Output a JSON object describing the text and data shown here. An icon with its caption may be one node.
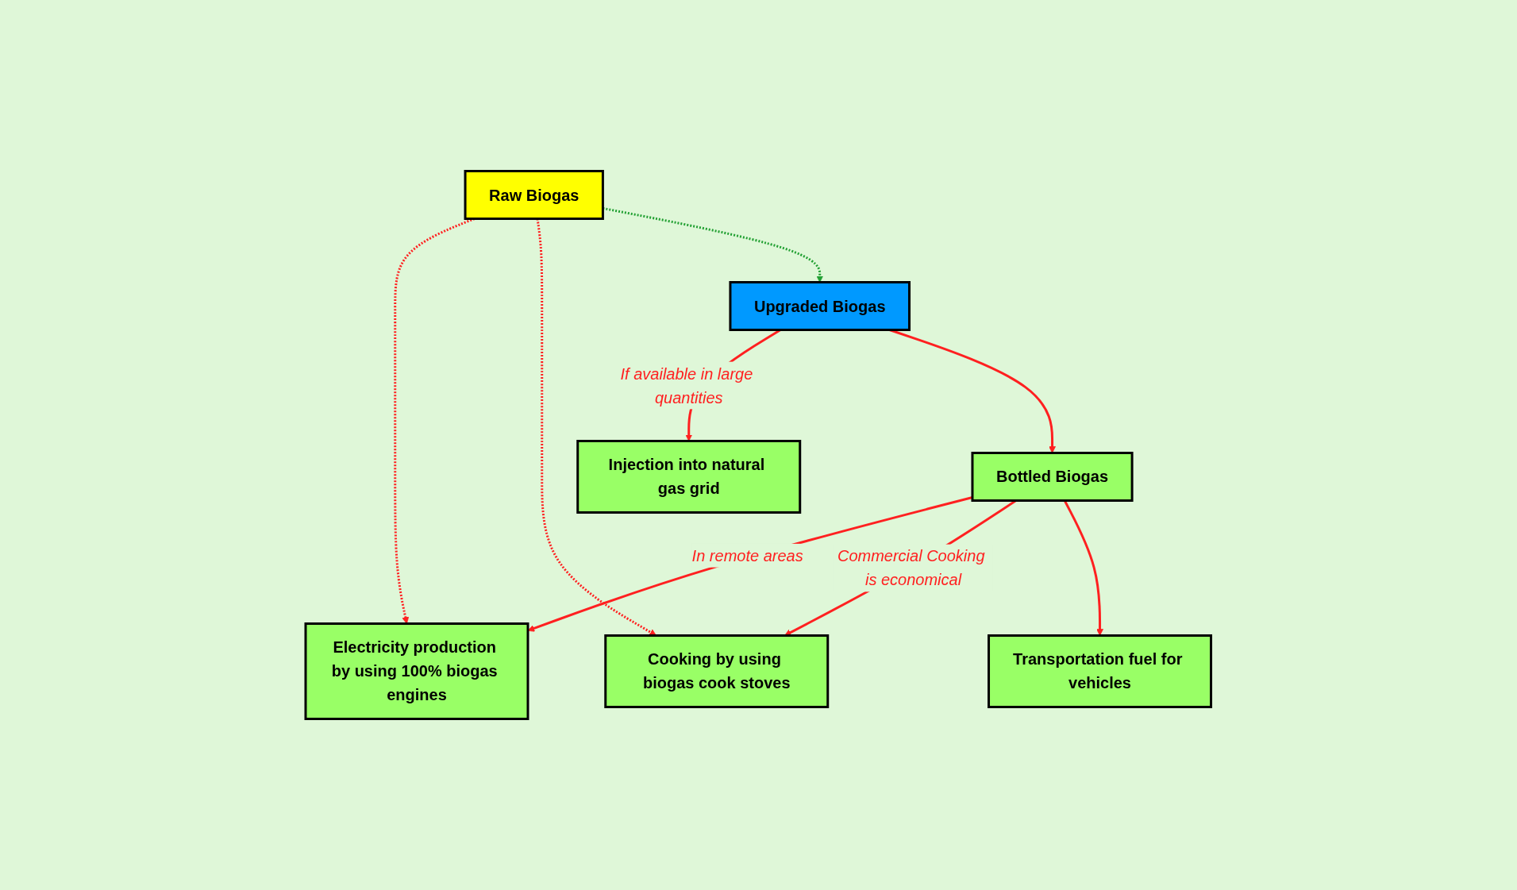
{
  "diagram": {
    "nodes": [
      {
        "text": [
          "Raw Biogas"
        ]
      },
      {
        "text": [
          "Injection into natural gas grid"
        ]
      },
      {
        "text": [
          "Electricity production by using 100% biogas engines"
        ]
      },
      {
        "text": [
          "Cooking by using biogas cook stoves"
        ]
      },
      {
        "text": [
          "Upgraded Biogas"
        ]
      },
      {
        "text": [
          "Bottled Biogas"
        ]
      },
      {
        "text": [
          "Transportation fuel for vehicles"
        ]
      }
    ],
    "edges": [
      {
        "from": 0,
        "to": 2,
        "arrow": "to",
        "style": "dashed"
      },
      {
        "from": 0,
        "to": 3,
        "arrow": "to",
        "style": "dashed"
      },
      {
        "from": 0,
        "to": 4,
        "arrow": "to",
        "style": "dashed",
        "color": "#22a033"
      },
      {
        "from": 4,
        "to": 1,
        "arrow": "to",
        "label": "If available in large quantities"
      },
      {
        "from": 4,
        "to": 5,
        "arrow": "to"
      },
      {
        "from": 5,
        "to": 2,
        "arrow": "to",
        "label": "In remote areas"
      },
      {
        "from": 5,
        "to": 3,
        "arrow": "to",
        "label": "Commercial Cooking is economical"
      },
      {
        "from": 5,
        "to": 6,
        "arrow": "to"
      }
    ]
  }
}
